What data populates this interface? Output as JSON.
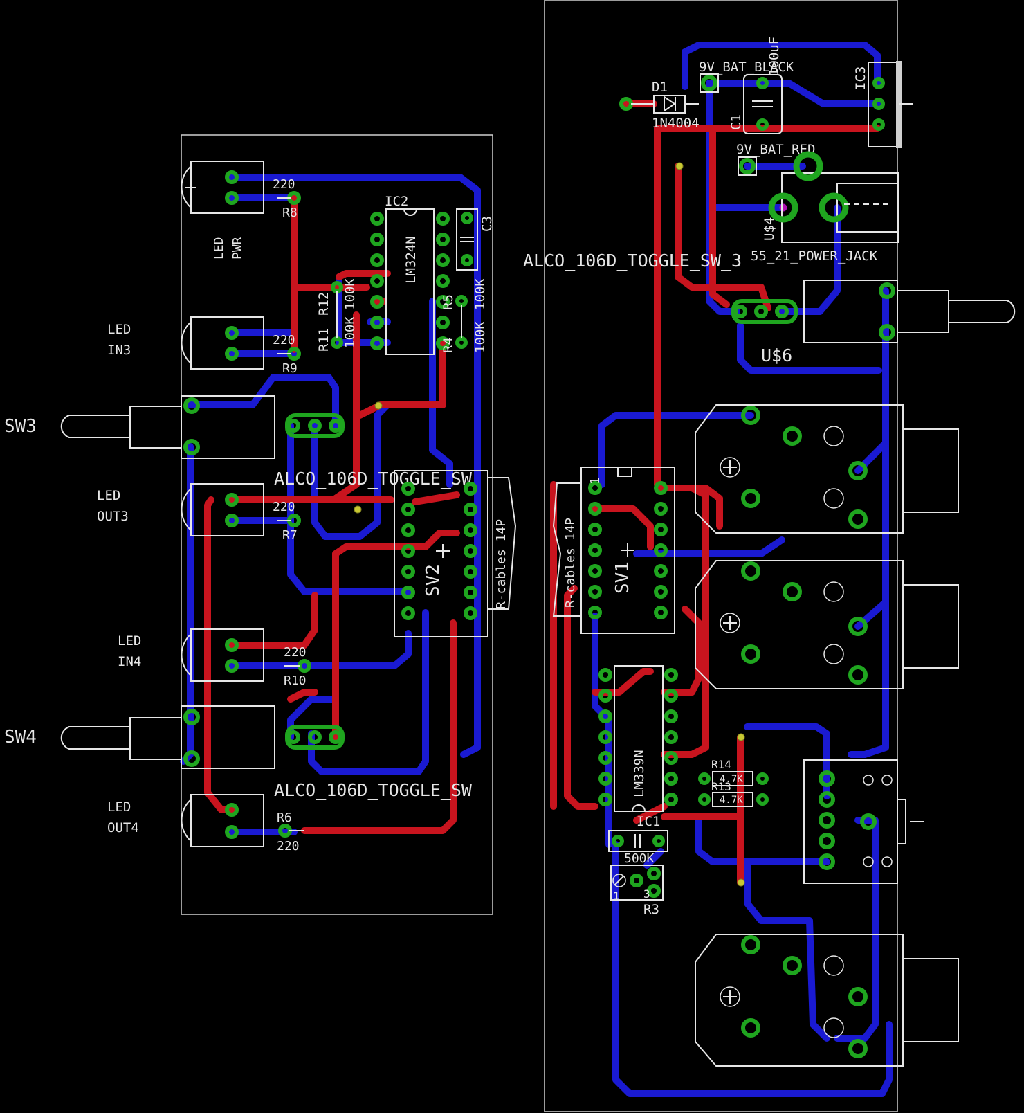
{
  "labels": {
    "led_pwr_1": "LED",
    "led_pwr_2": "PWR",
    "r8": "R8",
    "r8_val": "220",
    "led_in3_1": "LED",
    "led_in3_2": "IN3",
    "r9": "R9",
    "r9_val": "220",
    "r11": "R11",
    "r12": "R12",
    "r11_val": "100K",
    "r12_val": "100K",
    "ic2": "IC2",
    "ic2_part": "LM324N",
    "c3": "C3",
    "r5": "R5",
    "r4": "R4",
    "r5_val": "100K",
    "r4_val": "100K",
    "sw3": "SW3",
    "toggle_sw_top": "ALCO_106D_TOGGLE_SW",
    "led_out3_1": "LED",
    "led_out3_2": "OUT3",
    "r7": "R7",
    "r7_val": "220",
    "sv2": "SV2",
    "sv2_cable": "R-cables 14P",
    "led_in4_1": "LED",
    "led_in4_2": "IN4",
    "r10": "R10",
    "r10_val": "220",
    "sw4": "SW4",
    "toggle_sw_bottom": "ALCO_106D_TOGGLE_SW",
    "led_out4_1": "LED",
    "led_out4_2": "OUT4",
    "r6": "R6",
    "r6_val": "220",
    "d1": "D1",
    "d1_part": "1N4004",
    "bat_black": "9V_BAT_BLACK",
    "cap_val": "100uF",
    "c1": "C1",
    "ic3": "IC3",
    "bat_red": "9V_BAT_RED",
    "us4": "U$4",
    "power_jack": "55_21_POWER_JACK",
    "toggle_sw_3": "ALCO_106D_TOGGLE_SW_3",
    "us6": "U$6",
    "sv1": "SV1",
    "sv1_cable": "R-cables 14P",
    "sv1_pin1": "1",
    "ic1": "IC1",
    "ic1_part": "LM339N",
    "r14": "R14",
    "r13": "R13",
    "r14_val": "4.7K",
    "r13_val": "4.7K",
    "pot_val": "500K",
    "r3": "R3",
    "r3_pin1": "1",
    "r3_pin3": "3"
  }
}
